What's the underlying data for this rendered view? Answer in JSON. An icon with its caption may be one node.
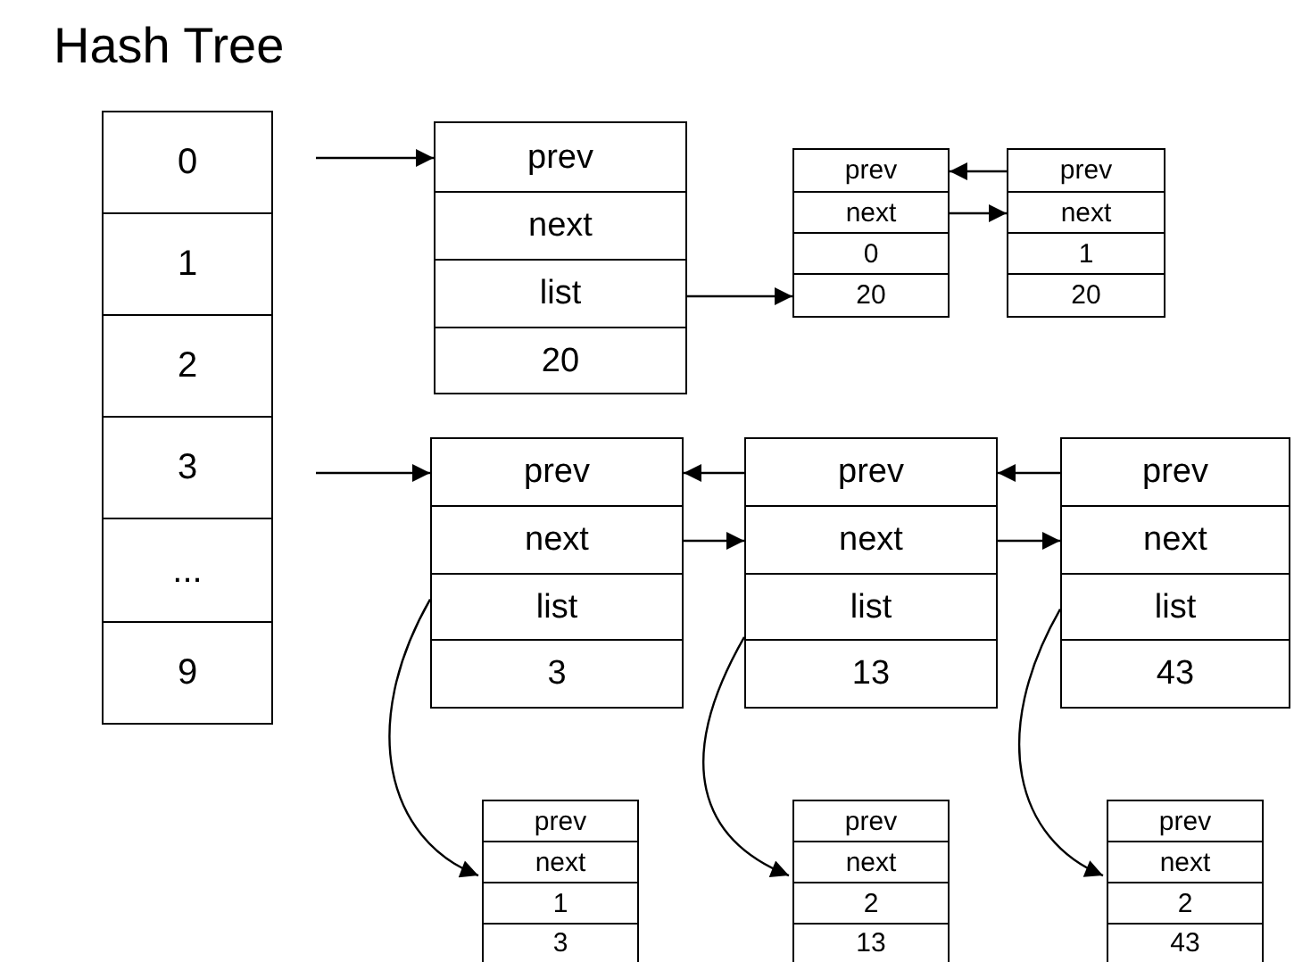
{
  "diagram": {
    "title": "Hash Tree",
    "nodes": [
      {
        "text": [
          "0"
        ]
      },
      {
        "text": [
          "1"
        ]
      },
      {
        "text": [
          "2"
        ]
      },
      {
        "text": [
          "3"
        ]
      },
      {
        "text": [
          "..."
        ]
      },
      {
        "text": [
          "9"
        ]
      },
      {
        "text": [
          "prev"
        ]
      },
      {
        "text": [
          "next"
        ]
      },
      {
        "text": [
          "list"
        ]
      },
      {
        "text": [
          "20"
        ]
      },
      {
        "text": [
          "prev"
        ]
      },
      {
        "text": [
          "next"
        ]
      },
      {
        "text": [
          "0"
        ]
      },
      {
        "text": [
          "20"
        ]
      },
      {
        "text": [
          "prev"
        ]
      },
      {
        "text": [
          "next"
        ]
      },
      {
        "text": [
          "1"
        ]
      },
      {
        "text": [
          "20"
        ]
      },
      {
        "text": [
          "prev"
        ]
      },
      {
        "text": [
          "next"
        ]
      },
      {
        "text": [
          "list"
        ]
      },
      {
        "text": [
          "3"
        ]
      },
      {
        "text": [
          "prev"
        ]
      },
      {
        "text": [
          "next"
        ]
      },
      {
        "text": [
          "list"
        ]
      },
      {
        "text": [
          "13"
        ]
      },
      {
        "text": [
          "prev"
        ]
      },
      {
        "text": [
          "next"
        ]
      },
      {
        "text": [
          "list"
        ]
      },
      {
        "text": [
          "43"
        ]
      },
      {
        "text": [
          "prev"
        ]
      },
      {
        "text": [
          "next"
        ]
      },
      {
        "text": [
          "1"
        ]
      },
      {
        "text": [
          "3"
        ]
      },
      {
        "text": [
          "prev"
        ]
      },
      {
        "text": [
          "next"
        ]
      },
      {
        "text": [
          "2"
        ]
      },
      {
        "text": [
          "13"
        ]
      },
      {
        "text": [
          "prev"
        ]
      },
      {
        "text": [
          "next"
        ]
      },
      {
        "text": [
          "2"
        ]
      },
      {
        "text": [
          "43"
        ]
      }
    ],
    "edges": [
      {
        "from": 0,
        "to": 6,
        "arrow": "to"
      },
      {
        "from": 8,
        "to": 13,
        "arrow": "to"
      },
      {
        "from": 14,
        "to": 10,
        "arrow": "to"
      },
      {
        "from": 11,
        "to": 15,
        "arrow": "to"
      },
      {
        "from": 3,
        "to": 18,
        "arrow": "to"
      },
      {
        "from": 22,
        "to": 18,
        "arrow": "to"
      },
      {
        "from": 19,
        "to": 23,
        "arrow": "to"
      },
      {
        "from": 26,
        "to": 22,
        "arrow": "to"
      },
      {
        "from": 23,
        "to": 27,
        "arrow": "to"
      },
      {
        "from": 20,
        "to": 31,
        "arrow": "to"
      },
      {
        "from": 24,
        "to": 35,
        "arrow": "to"
      },
      {
        "from": 28,
        "to": 39,
        "arrow": "to"
      }
    ]
  }
}
